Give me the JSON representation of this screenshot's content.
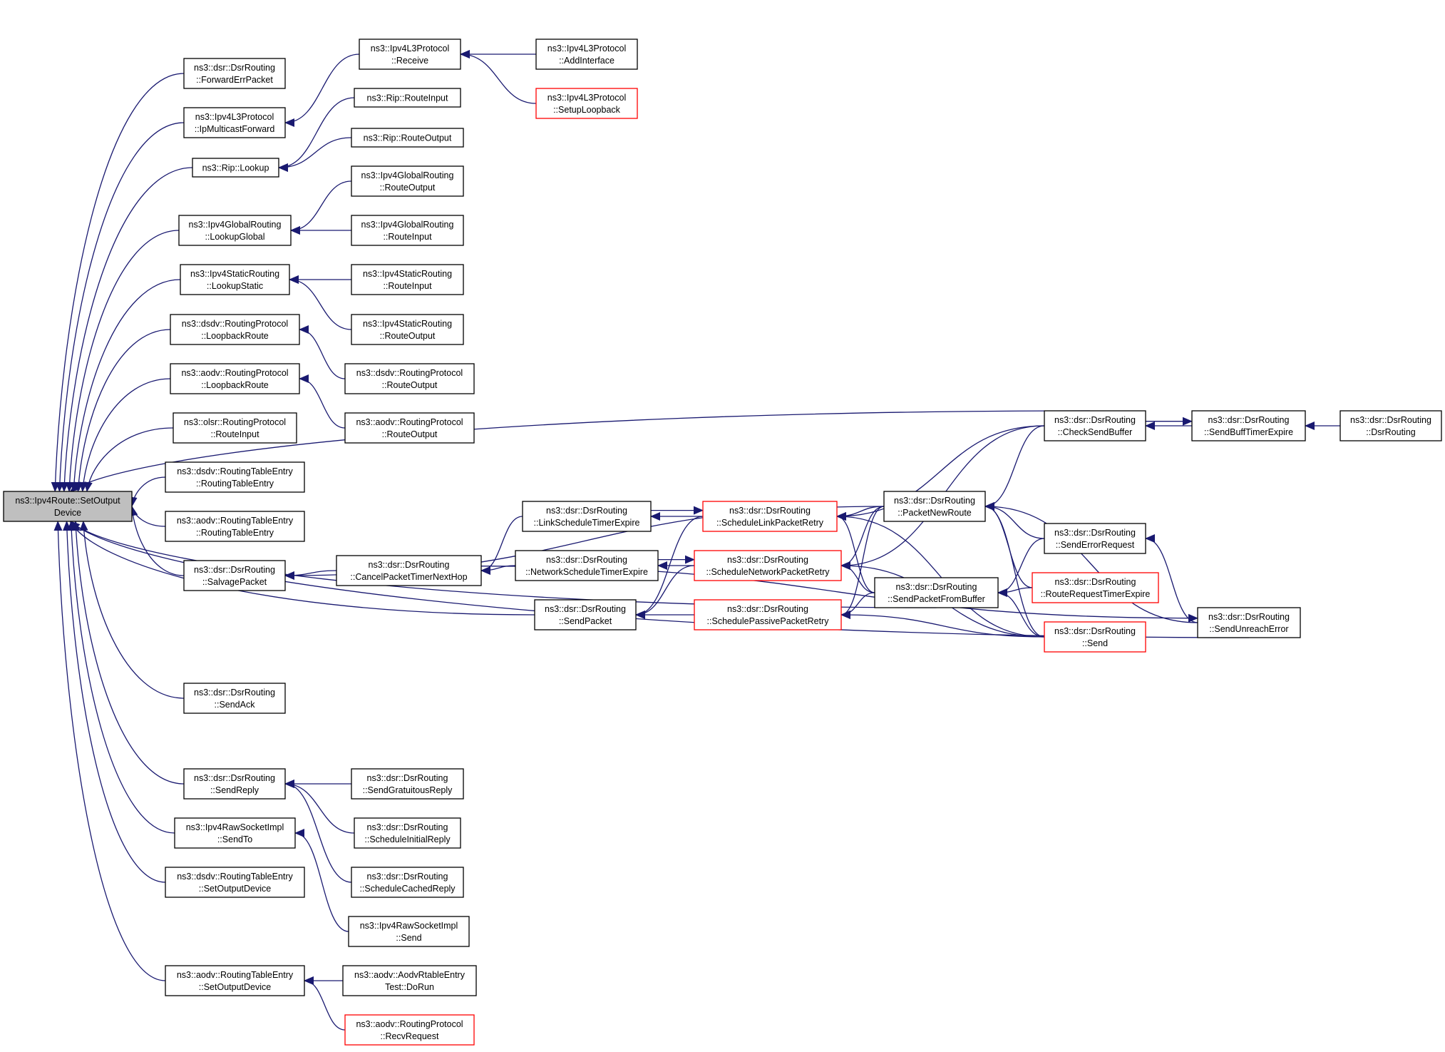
{
  "colors": {
    "edge": "#191970",
    "box_border": "#000000",
    "box_border_incomplete": "#ff0000",
    "root_fill": "#bfbfbf",
    "box_fill": "#ffffff"
  },
  "graph": {
    "root": "set_output_device",
    "nodes": [
      {
        "id": "set_output_device",
        "lines": [
          "ns3::Ipv4Route::SetOutput",
          "Device"
        ],
        "root": true
      },
      {
        "id": "forward_err_packet",
        "lines": [
          "ns3::dsr::DsrRouting",
          "::ForwardErrPacket"
        ]
      },
      {
        "id": "ip_multicast_forward",
        "lines": [
          "ns3::Ipv4L3Protocol",
          "::IpMulticastForward"
        ]
      },
      {
        "id": "rip_lookup",
        "lines": [
          "ns3::Rip::Lookup"
        ]
      },
      {
        "id": "ipv4global_lookupglobal",
        "lines": [
          "ns3::Ipv4GlobalRouting",
          "::LookupGlobal"
        ]
      },
      {
        "id": "ipv4static_lookupstatic",
        "lines": [
          "ns3::Ipv4StaticRouting",
          "::LookupStatic"
        ]
      },
      {
        "id": "dsdv_loopback",
        "lines": [
          "ns3::dsdv::RoutingProtocol",
          "::LoopbackRoute"
        ]
      },
      {
        "id": "aodv_loopback",
        "lines": [
          "ns3::aodv::RoutingProtocol",
          "::LoopbackRoute"
        ]
      },
      {
        "id": "olsr_routeinput",
        "lines": [
          "ns3::olsr::RoutingProtocol",
          "::RouteInput"
        ]
      },
      {
        "id": "dsdv_rte_ctor",
        "lines": [
          "ns3::dsdv::RoutingTableEntry",
          "::RoutingTableEntry"
        ]
      },
      {
        "id": "aodv_rte_ctor",
        "lines": [
          "ns3::aodv::RoutingTableEntry",
          "::RoutingTableEntry"
        ]
      },
      {
        "id": "salvage_packet",
        "lines": [
          "ns3::dsr::DsrRouting",
          "::SalvagePacket"
        ]
      },
      {
        "id": "send_ack",
        "lines": [
          "ns3::dsr::DsrRouting",
          "::SendAck"
        ]
      },
      {
        "id": "send_reply",
        "lines": [
          "ns3::dsr::DsrRouting",
          "::SendReply"
        ]
      },
      {
        "id": "raw_sendto",
        "lines": [
          "ns3::Ipv4RawSocketImpl",
          "::SendTo"
        ]
      },
      {
        "id": "dsdv_rte_setout",
        "lines": [
          "ns3::dsdv::RoutingTableEntry",
          "::SetOutputDevice"
        ]
      },
      {
        "id": "aodv_rte_setout",
        "lines": [
          "ns3::aodv::RoutingTableEntry",
          "::SetOutputDevice"
        ]
      },
      {
        "id": "ipv4l3_receive",
        "lines": [
          "ns3::Ipv4L3Protocol",
          "::Receive"
        ]
      },
      {
        "id": "ipv4l3_addinterface",
        "lines": [
          "ns3::Ipv4L3Protocol",
          "::AddInterface"
        ]
      },
      {
        "id": "ipv4l3_setuploopback",
        "lines": [
          "ns3::Ipv4L3Protocol",
          "::SetupLoopback"
        ],
        "incomplete": true
      },
      {
        "id": "rip_routeinput",
        "lines": [
          "ns3::Rip::RouteInput"
        ]
      },
      {
        "id": "rip_routeoutput",
        "lines": [
          "ns3::Rip::RouteOutput"
        ]
      },
      {
        "id": "global_routeoutput",
        "lines": [
          "ns3::Ipv4GlobalRouting",
          "::RouteOutput"
        ]
      },
      {
        "id": "global_routeinput",
        "lines": [
          "ns3::Ipv4GlobalRouting",
          "::RouteInput"
        ]
      },
      {
        "id": "static_routeinput",
        "lines": [
          "ns3::Ipv4StaticRouting",
          "::RouteInput"
        ]
      },
      {
        "id": "static_routeoutput",
        "lines": [
          "ns3::Ipv4StaticRouting",
          "::RouteOutput"
        ]
      },
      {
        "id": "dsdv_routeoutput",
        "lines": [
          "ns3::dsdv::RoutingProtocol",
          "::RouteOutput"
        ]
      },
      {
        "id": "aodv_routeoutput",
        "lines": [
          "ns3::aodv::RoutingProtocol",
          "::RouteOutput"
        ]
      },
      {
        "id": "cancel_packet_timer",
        "lines": [
          "ns3::dsr::DsrRouting",
          "::CancelPacketTimerNextHop"
        ]
      },
      {
        "id": "link_schedule_timer",
        "lines": [
          "ns3::dsr::DsrRouting",
          "::LinkScheduleTimerExpire"
        ]
      },
      {
        "id": "network_schedule_timer",
        "lines": [
          "ns3::dsr::DsrRouting",
          "::NetworkScheduleTimerExpire"
        ]
      },
      {
        "id": "send_packet",
        "lines": [
          "ns3::dsr::DsrRouting",
          "::SendPacket"
        ]
      },
      {
        "id": "schedule_link_retry",
        "lines": [
          "ns3::dsr::DsrRouting",
          "::ScheduleLinkPacketRetry"
        ],
        "incomplete": true
      },
      {
        "id": "schedule_network_retry",
        "lines": [
          "ns3::dsr::DsrRouting",
          "::ScheduleNetworkPacketRetry"
        ],
        "incomplete": true
      },
      {
        "id": "schedule_passive_retry",
        "lines": [
          "ns3::dsr::DsrRouting",
          "::SchedulePassivePacketRetry"
        ],
        "incomplete": true
      },
      {
        "id": "packet_new_route",
        "lines": [
          "ns3::dsr::DsrRouting",
          "::PacketNewRoute"
        ]
      },
      {
        "id": "send_packet_from_buffer",
        "lines": [
          "ns3::dsr::DsrRouting",
          "::SendPacketFromBuffer"
        ]
      },
      {
        "id": "check_send_buffer",
        "lines": [
          "ns3::dsr::DsrRouting",
          "::CheckSendBuffer"
        ]
      },
      {
        "id": "send_error_request",
        "lines": [
          "ns3::dsr::DsrRouting",
          "::SendErrorRequest"
        ]
      },
      {
        "id": "route_request_timer",
        "lines": [
          "ns3::dsr::DsrRouting",
          "::RouteRequestTimerExpire"
        ],
        "incomplete": true
      },
      {
        "id": "dsr_send",
        "lines": [
          "ns3::dsr::DsrRouting",
          "::Send"
        ],
        "incomplete": true
      },
      {
        "id": "send_buff_timer",
        "lines": [
          "ns3::dsr::DsrRouting",
          "::SendBuffTimerExpire"
        ]
      },
      {
        "id": "dsr_ctor",
        "lines": [
          "ns3::dsr::DsrRouting",
          "::DsrRouting"
        ]
      },
      {
        "id": "send_unreach_error",
        "lines": [
          "ns3::dsr::DsrRouting",
          "::SendUnreachError"
        ]
      },
      {
        "id": "send_gratuitous_reply",
        "lines": [
          "ns3::dsr::DsrRouting",
          "::SendGratuitousReply"
        ]
      },
      {
        "id": "schedule_initial_reply",
        "lines": [
          "ns3::dsr::DsrRouting",
          "::ScheduleInitialReply"
        ]
      },
      {
        "id": "schedule_cached_reply",
        "lines": [
          "ns3::dsr::DsrRouting",
          "::ScheduleCachedReply"
        ]
      },
      {
        "id": "raw_send",
        "lines": [
          "ns3::Ipv4RawSocketImpl",
          "::Send"
        ]
      },
      {
        "id": "aodv_test_dorun",
        "lines": [
          "ns3::aodv::AodvRtableEntry",
          "Test::DoRun"
        ]
      },
      {
        "id": "aodv_recvrequest",
        "lines": [
          "ns3::aodv::RoutingProtocol",
          "::RecvRequest"
        ],
        "incomplete": true
      }
    ],
    "edges": [
      {
        "from": "forward_err_packet",
        "to": "set_output_device"
      },
      {
        "from": "ip_multicast_forward",
        "to": "set_output_device"
      },
      {
        "from": "rip_lookup",
        "to": "set_output_device"
      },
      {
        "from": "ipv4global_lookupglobal",
        "to": "set_output_device"
      },
      {
        "from": "ipv4static_lookupstatic",
        "to": "set_output_device"
      },
      {
        "from": "dsdv_loopback",
        "to": "set_output_device"
      },
      {
        "from": "aodv_loopback",
        "to": "set_output_device"
      },
      {
        "from": "olsr_routeinput",
        "to": "set_output_device"
      },
      {
        "from": "dsdv_rte_ctor",
        "to": "set_output_device"
      },
      {
        "from": "aodv_rte_ctor",
        "to": "set_output_device"
      },
      {
        "from": "salvage_packet",
        "to": "set_output_device"
      },
      {
        "from": "send_ack",
        "to": "set_output_device"
      },
      {
        "from": "send_reply",
        "to": "set_output_device"
      },
      {
        "from": "raw_sendto",
        "to": "set_output_device"
      },
      {
        "from": "dsdv_rte_setout",
        "to": "set_output_device"
      },
      {
        "from": "aodv_rte_setout",
        "to": "set_output_device"
      },
      {
        "from": "check_send_buffer",
        "to": "set_output_device"
      },
      {
        "from": "send_packet",
        "to": "set_output_device"
      },
      {
        "from": "send_packet_from_buffer",
        "to": "set_output_device"
      },
      {
        "from": "send_unreach_error",
        "to": "set_output_device"
      },
      {
        "from": "ipv4l3_receive",
        "to": "ip_multicast_forward"
      },
      {
        "from": "ipv4l3_addinterface",
        "to": "ipv4l3_receive"
      },
      {
        "from": "ipv4l3_setuploopback",
        "to": "ipv4l3_receive"
      },
      {
        "from": "rip_routeinput",
        "to": "rip_lookup"
      },
      {
        "from": "rip_routeoutput",
        "to": "rip_lookup"
      },
      {
        "from": "global_routeoutput",
        "to": "ipv4global_lookupglobal"
      },
      {
        "from": "global_routeinput",
        "to": "ipv4global_lookupglobal"
      },
      {
        "from": "static_routeinput",
        "to": "ipv4static_lookupstatic"
      },
      {
        "from": "static_routeoutput",
        "to": "ipv4static_lookupstatic"
      },
      {
        "from": "dsdv_routeoutput",
        "to": "dsdv_loopback"
      },
      {
        "from": "aodv_routeoutput",
        "to": "aodv_loopback"
      },
      {
        "from": "cancel_packet_timer",
        "to": "salvage_packet"
      },
      {
        "from": "packet_new_route",
        "to": "salvage_packet"
      },
      {
        "from": "link_schedule_timer",
        "to": "cancel_packet_timer"
      },
      {
        "from": "network_schedule_timer",
        "to": "cancel_packet_timer"
      },
      {
        "from": "schedule_link_retry",
        "to": "link_schedule_timer"
      },
      {
        "from": "link_schedule_timer",
        "to": "schedule_link_retry"
      },
      {
        "from": "schedule_network_retry",
        "to": "network_schedule_timer"
      },
      {
        "from": "network_schedule_timer",
        "to": "schedule_network_retry"
      },
      {
        "from": "schedule_link_retry",
        "to": "send_packet"
      },
      {
        "from": "schedule_network_retry",
        "to": "send_packet"
      },
      {
        "from": "schedule_passive_retry",
        "to": "send_packet"
      },
      {
        "from": "packet_new_route",
        "to": "schedule_link_retry"
      },
      {
        "from": "check_send_buffer",
        "to": "schedule_link_retry"
      },
      {
        "from": "send_packet_from_buffer",
        "to": "schedule_link_retry"
      },
      {
        "from": "dsr_send",
        "to": "schedule_link_retry"
      },
      {
        "from": "packet_new_route",
        "to": "schedule_network_retry"
      },
      {
        "from": "check_send_buffer",
        "to": "schedule_network_retry"
      },
      {
        "from": "send_packet_from_buffer",
        "to": "schedule_network_retry"
      },
      {
        "from": "dsr_send",
        "to": "schedule_network_retry"
      },
      {
        "from": "packet_new_route",
        "to": "schedule_passive_retry"
      },
      {
        "from": "send_packet_from_buffer",
        "to": "schedule_passive_retry"
      },
      {
        "from": "dsr_send",
        "to": "schedule_passive_retry"
      },
      {
        "from": "check_send_buffer",
        "to": "packet_new_route"
      },
      {
        "from": "send_error_request",
        "to": "packet_new_route"
      },
      {
        "from": "route_request_timer",
        "to": "packet_new_route"
      },
      {
        "from": "dsr_send",
        "to": "packet_new_route"
      },
      {
        "from": "send_unreach_error",
        "to": "packet_new_route"
      },
      {
        "from": "send_error_request",
        "to": "send_packet_from_buffer"
      },
      {
        "from": "route_request_timer",
        "to": "send_packet_from_buffer"
      },
      {
        "from": "dsr_send",
        "to": "send_packet_from_buffer"
      },
      {
        "from": "send_unreach_error",
        "to": "send_error_request"
      },
      {
        "from": "send_buff_timer",
        "to": "check_send_buffer"
      },
      {
        "from": "check_send_buffer",
        "to": "send_buff_timer"
      },
      {
        "from": "dsr_ctor",
        "to": "send_buff_timer"
      },
      {
        "from": "cancel_packet_timer",
        "to": "send_unreach_error"
      },
      {
        "from": "send_gratuitous_reply",
        "to": "send_reply"
      },
      {
        "from": "schedule_initial_reply",
        "to": "send_reply"
      },
      {
        "from": "schedule_cached_reply",
        "to": "send_reply"
      },
      {
        "from": "raw_send",
        "to": "raw_sendto"
      },
      {
        "from": "aodv_test_dorun",
        "to": "aodv_rte_setout"
      },
      {
        "from": "aodv_recvrequest",
        "to": "aodv_rte_setout"
      }
    ]
  }
}
